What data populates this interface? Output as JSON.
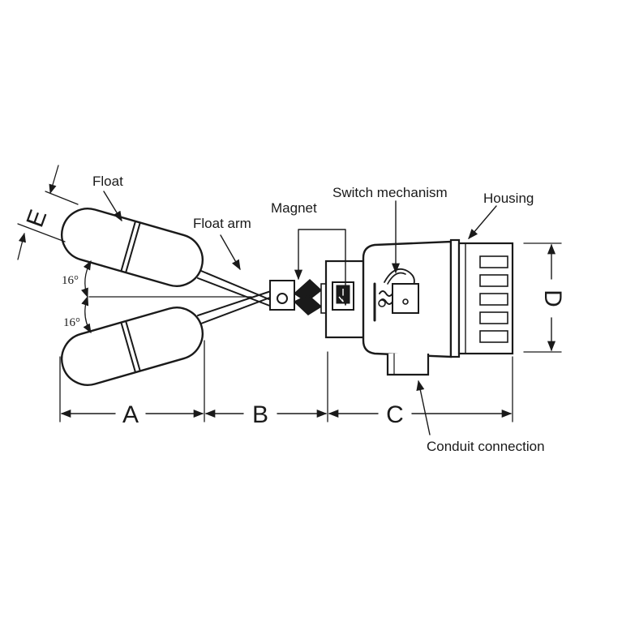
{
  "labels": {
    "float": "Float",
    "float_arm": "Float arm",
    "magnet": "Magnet",
    "switch_mechanism": "Switch mechanism",
    "housing": "Housing",
    "conduit_connection": "Conduit connection"
  },
  "dimensions": {
    "a": "A",
    "b": "B",
    "c": "C",
    "d": "D",
    "e": "E"
  },
  "angles": {
    "upper": "16°",
    "lower": "16°"
  },
  "colors": {
    "ink": "#1a1a1a",
    "background": "#ffffff"
  }
}
